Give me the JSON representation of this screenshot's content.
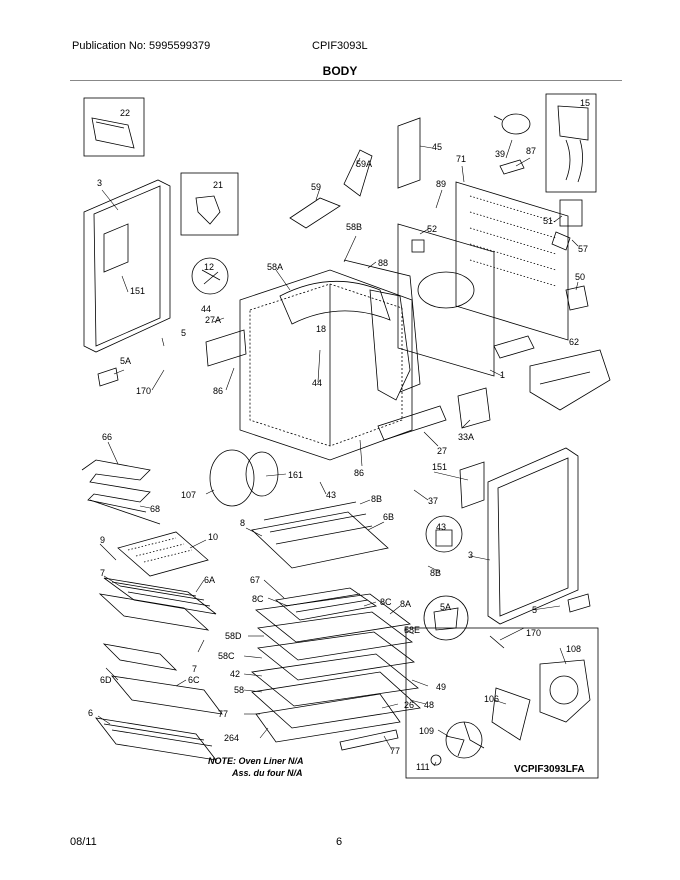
{
  "header": {
    "publication": "Publication No: 5995599379",
    "model": "CPIF3093L",
    "section": "BODY"
  },
  "footer": {
    "date": "08/11",
    "page": "6"
  },
  "note": {
    "line1": "NOTE: Oven Liner N/A",
    "line2": "Ass. du four N/A"
  },
  "diagram_code": "VCPIF3093LFA",
  "callouts": [
    {
      "id": "22"
    },
    {
      "id": "3"
    },
    {
      "id": "21"
    },
    {
      "id": "151"
    },
    {
      "id": "12"
    },
    {
      "id": "44"
    },
    {
      "id": "27A"
    },
    {
      "id": "5"
    },
    {
      "id": "5A"
    },
    {
      "id": "170"
    },
    {
      "id": "58A"
    },
    {
      "id": "18"
    },
    {
      "id": "44"
    },
    {
      "id": "86"
    },
    {
      "id": "59A"
    },
    {
      "id": "59"
    },
    {
      "id": "58B"
    },
    {
      "id": "88"
    },
    {
      "id": "45"
    },
    {
      "id": "89"
    },
    {
      "id": "52"
    },
    {
      "id": "71"
    },
    {
      "id": "39"
    },
    {
      "id": "87"
    },
    {
      "id": "15"
    },
    {
      "id": "51"
    },
    {
      "id": "57"
    },
    {
      "id": "50"
    },
    {
      "id": "62"
    },
    {
      "id": "1"
    },
    {
      "id": "33A"
    },
    {
      "id": "27"
    },
    {
      "id": "86"
    },
    {
      "id": "66"
    },
    {
      "id": "161"
    },
    {
      "id": "107"
    },
    {
      "id": "68"
    },
    {
      "id": "43"
    },
    {
      "id": "8B"
    },
    {
      "id": "37"
    },
    {
      "id": "151"
    },
    {
      "id": "3"
    },
    {
      "id": "8"
    },
    {
      "id": "6B"
    },
    {
      "id": "43"
    },
    {
      "id": "8B"
    },
    {
      "id": "9"
    },
    {
      "id": "10"
    },
    {
      "id": "7"
    },
    {
      "id": "6A"
    },
    {
      "id": "67"
    },
    {
      "id": "8C"
    },
    {
      "id": "8C"
    },
    {
      "id": "8A"
    },
    {
      "id": "58D"
    },
    {
      "id": "58E"
    },
    {
      "id": "5A"
    },
    {
      "id": "5"
    },
    {
      "id": "170"
    },
    {
      "id": "58C"
    },
    {
      "id": "7"
    },
    {
      "id": "6D"
    },
    {
      "id": "42"
    },
    {
      "id": "6C"
    },
    {
      "id": "58"
    },
    {
      "id": "49"
    },
    {
      "id": "48"
    },
    {
      "id": "26"
    },
    {
      "id": "77"
    },
    {
      "id": "6"
    },
    {
      "id": "264"
    },
    {
      "id": "77"
    },
    {
      "id": "108"
    },
    {
      "id": "106"
    },
    {
      "id": "109"
    },
    {
      "id": "111"
    }
  ]
}
